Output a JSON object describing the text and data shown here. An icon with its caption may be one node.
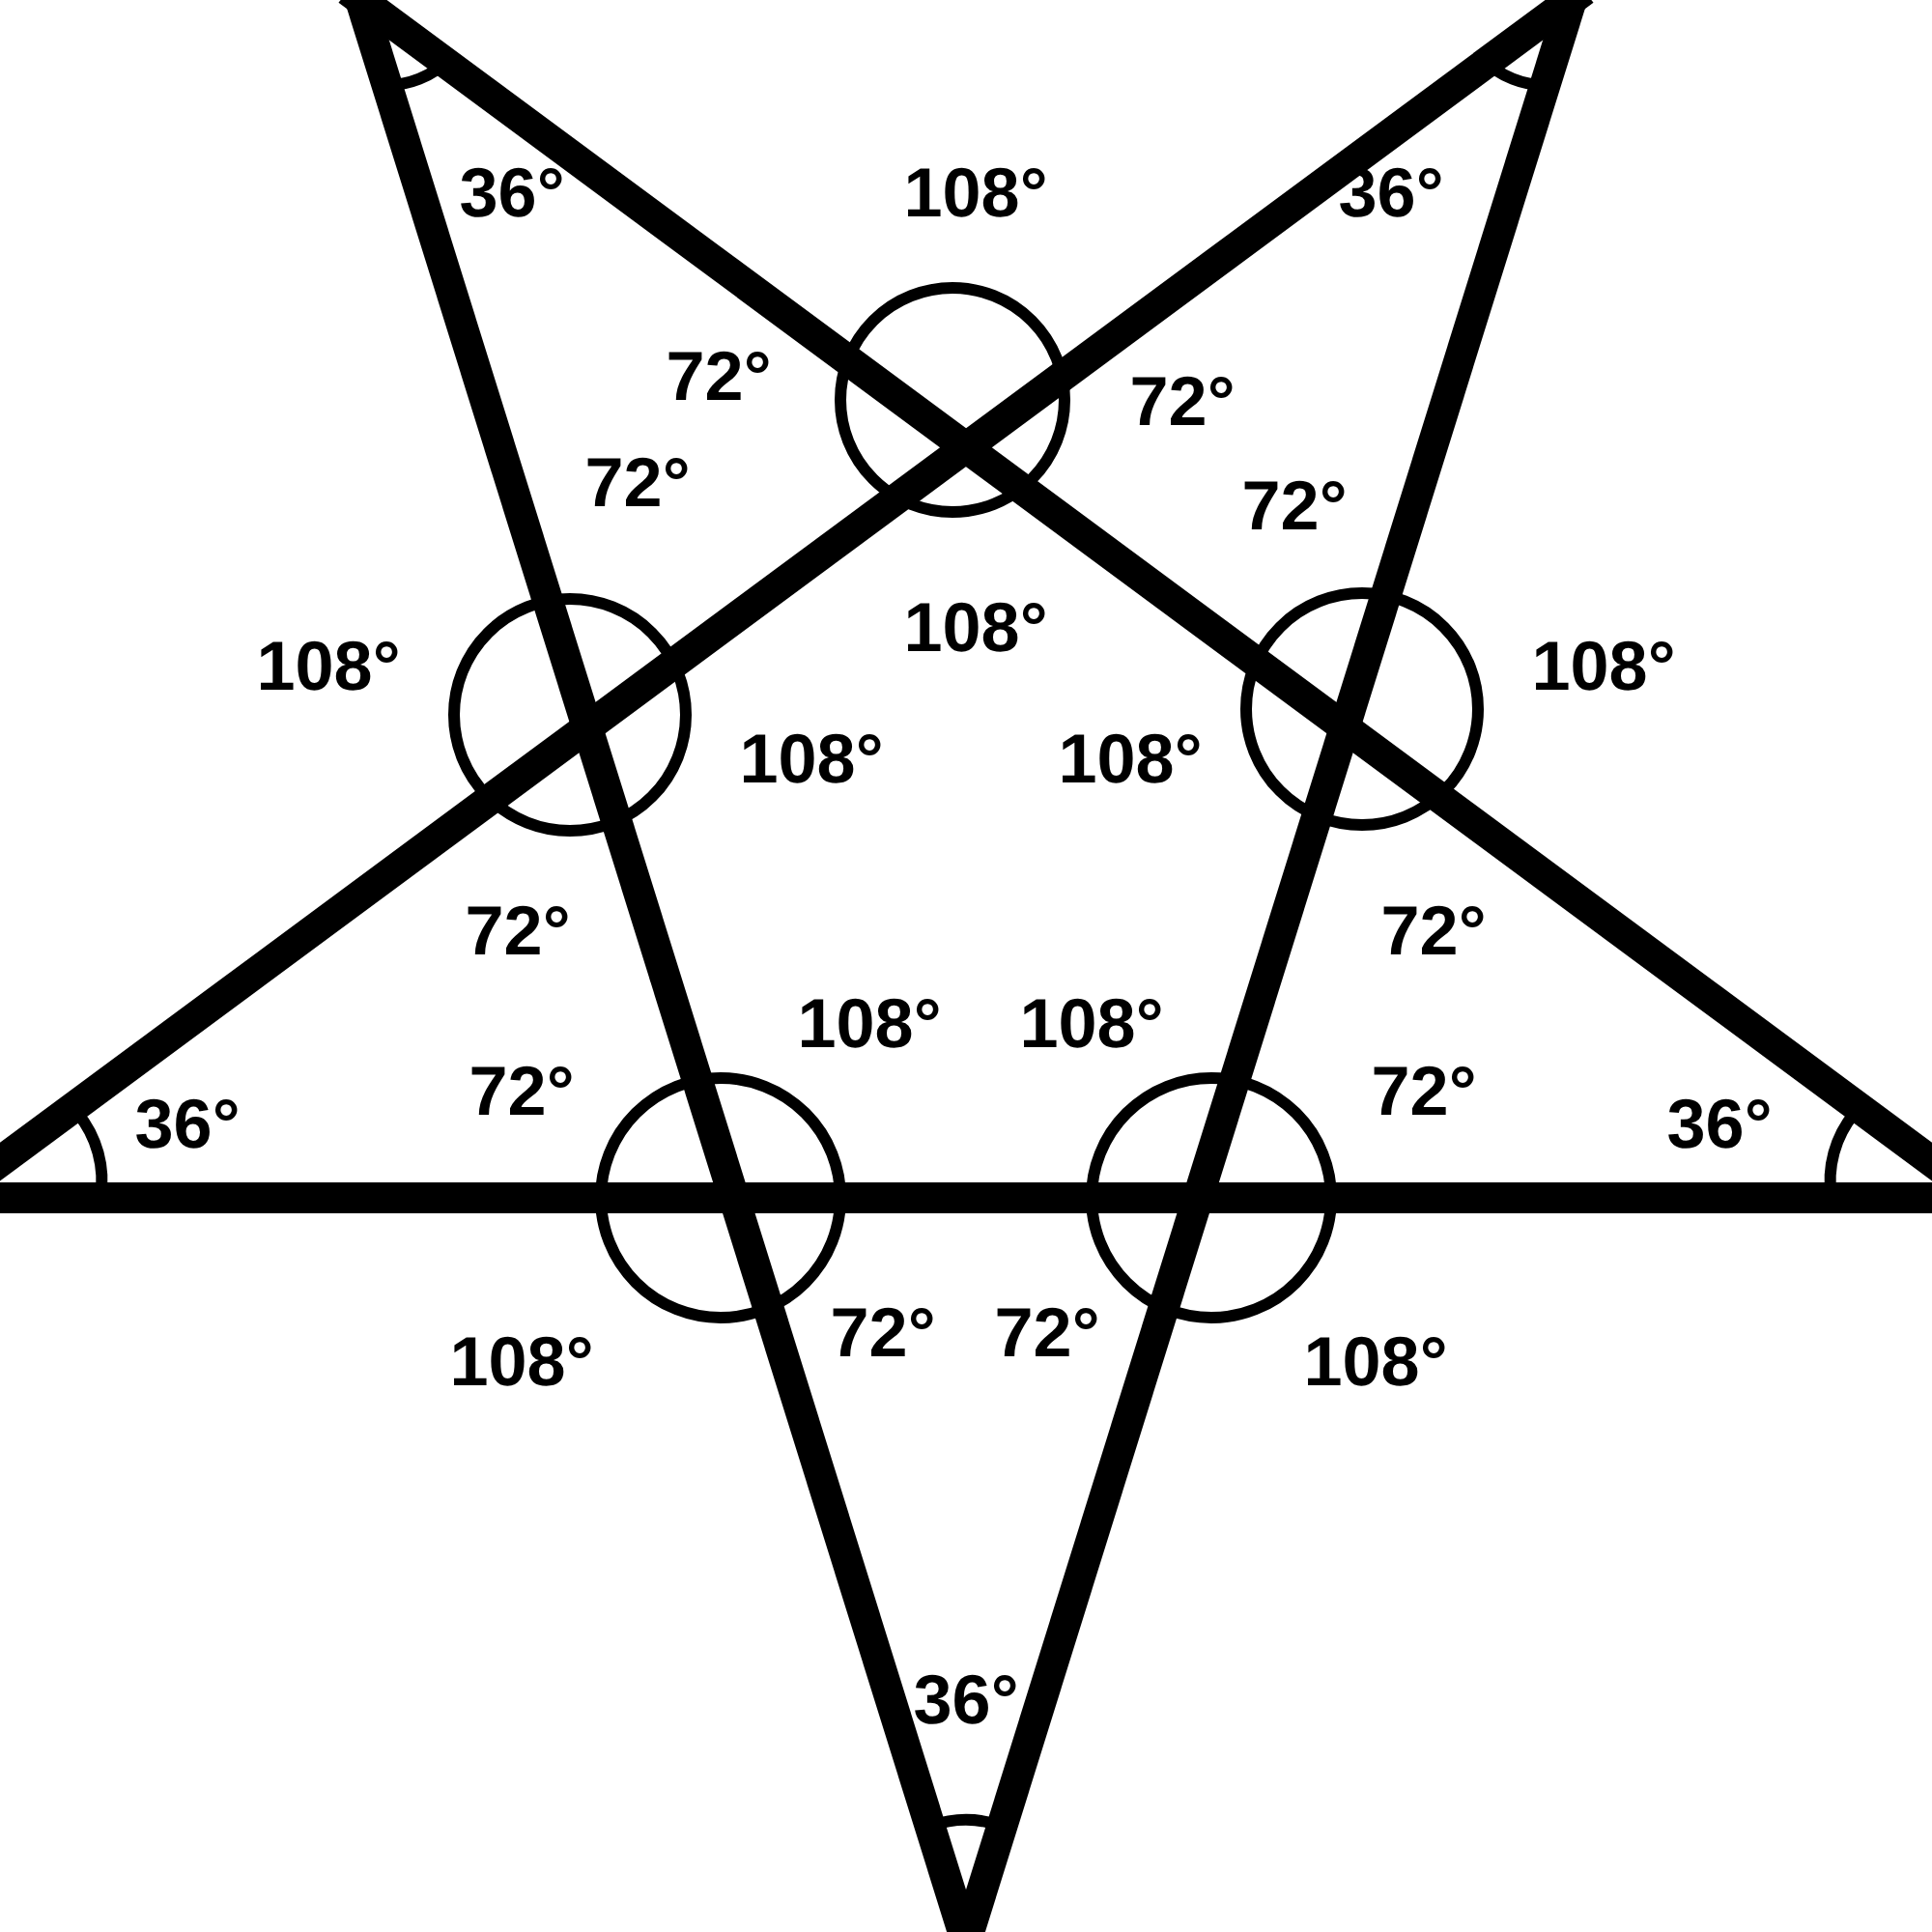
{
  "diagram": {
    "labels": [
      "36°",
      "108°",
      "36°",
      "72°",
      "72°",
      "72°",
      "72°",
      "108°",
      "108°",
      "108°",
      "108°",
      "108°",
      "72°",
      "72°",
      "108°",
      "108°",
      "72°",
      "72°",
      "36°",
      "36°",
      "72°",
      "72°",
      "108°",
      "108°",
      "36°"
    ]
  }
}
